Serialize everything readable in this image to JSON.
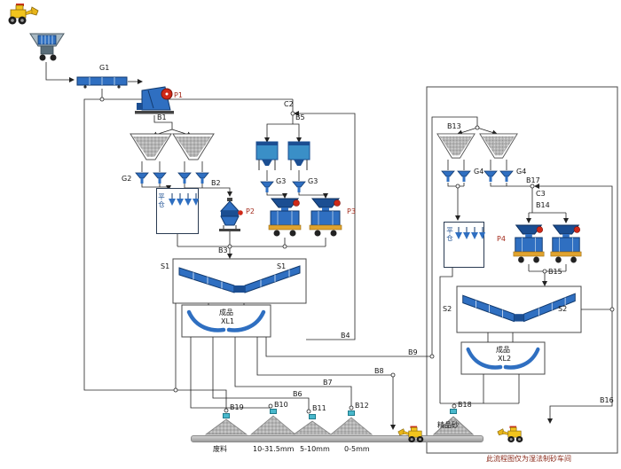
{
  "labels": {
    "G1": "G1",
    "P1": "P1",
    "B1": "B1",
    "G2": "G2",
    "B2": "B2",
    "C2": "C2",
    "B5": "B5",
    "G3a": "G3",
    "G3b": "G3",
    "P2": "P2",
    "P3": "P3",
    "B3": "B3",
    "S1a": "S1",
    "S1b": "S1",
    "chengpin1": "成品",
    "XL1": "XL1",
    "pingcang1": "平仓",
    "B4": "B4",
    "B6": "B6",
    "B7": "B7",
    "B8": "B8",
    "B9": "B9",
    "B19": "B19",
    "B10": "B10",
    "B11": "B11",
    "B12": "B12",
    "B13": "B13",
    "G4a": "G4",
    "G4b": "G4",
    "B17": "B17",
    "C3": "C3",
    "B14": "B14",
    "pingcang2": "平仓",
    "P4": "P4",
    "B15": "B15",
    "S2a": "S2",
    "S2b": "S2",
    "chengpin2": "成品",
    "XL2": "XL2",
    "B16": "B16",
    "B18": "B18",
    "jingpinsha": "精品砂",
    "pile_feiliao": "废料",
    "pile_10_315": "10-31.5mm",
    "pile_5_10": "5-10mm",
    "pile_0_5": "0-5mm",
    "caption": "此流程图仅为湿法制砂车间"
  },
  "colors": {
    "equipment_blue": "#2f6fc1",
    "equipment_dark_blue": "#1b4e92",
    "accent_red": "#cf2918",
    "loader_yellow": "#f2c41d",
    "pile_gray": "#b4b4b4",
    "line_black": "#222222",
    "caption_red": "#8b2a1a"
  }
}
